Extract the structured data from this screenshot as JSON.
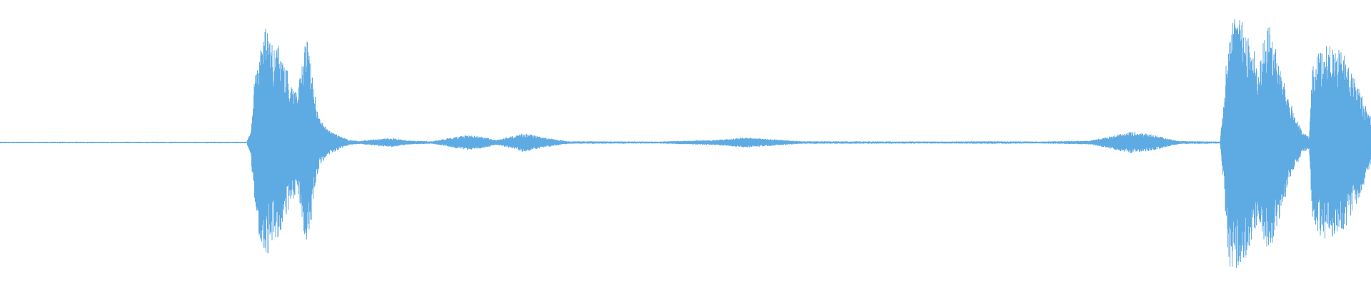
{
  "waveform": {
    "color": "#5eaae3",
    "background": "#ffffff",
    "amplitude_scale": 1.0,
    "baseline_amplitude": 0.006,
    "noise_seed": 7,
    "envelope": [
      [
        0.0,
        0.006
      ],
      [
        0.18,
        0.006
      ],
      [
        0.183,
        0.1
      ],
      [
        0.186,
        0.55
      ],
      [
        0.19,
        0.78
      ],
      [
        0.194,
        0.92
      ],
      [
        0.197,
        0.82
      ],
      [
        0.2,
        0.72
      ],
      [
        0.203,
        0.8
      ],
      [
        0.206,
        0.66
      ],
      [
        0.21,
        0.55
      ],
      [
        0.214,
        0.45
      ],
      [
        0.217,
        0.4
      ],
      [
        0.22,
        0.58
      ],
      [
        0.223,
        0.84
      ],
      [
        0.226,
        0.7
      ],
      [
        0.229,
        0.45
      ],
      [
        0.232,
        0.22
      ],
      [
        0.236,
        0.14
      ],
      [
        0.24,
        0.1
      ],
      [
        0.245,
        0.07
      ],
      [
        0.25,
        0.04
      ],
      [
        0.255,
        0.02
      ],
      [
        0.262,
        0.012
      ],
      [
        0.268,
        0.02
      ],
      [
        0.285,
        0.035
      ],
      [
        0.3,
        0.015
      ],
      [
        0.315,
        0.01
      ],
      [
        0.325,
        0.03
      ],
      [
        0.34,
        0.06
      ],
      [
        0.352,
        0.045
      ],
      [
        0.362,
        0.02
      ],
      [
        0.372,
        0.045
      ],
      [
        0.382,
        0.075
      ],
      [
        0.392,
        0.05
      ],
      [
        0.405,
        0.025
      ],
      [
        0.415,
        0.01
      ],
      [
        0.48,
        0.008
      ],
      [
        0.52,
        0.02
      ],
      [
        0.545,
        0.04
      ],
      [
        0.565,
        0.025
      ],
      [
        0.585,
        0.01
      ],
      [
        0.69,
        0.008
      ],
      [
        0.72,
        0.01
      ],
      [
        0.76,
        0.008
      ],
      [
        0.795,
        0.015
      ],
      [
        0.81,
        0.05
      ],
      [
        0.825,
        0.085
      ],
      [
        0.84,
        0.065
      ],
      [
        0.852,
        0.03
      ],
      [
        0.86,
        0.012
      ],
      [
        0.89,
        0.008
      ],
      [
        0.893,
        0.4
      ],
      [
        0.896,
        0.96
      ],
      [
        0.9,
        1.0
      ],
      [
        0.905,
        0.96
      ],
      [
        0.91,
        0.88
      ],
      [
        0.915,
        0.72
      ],
      [
        0.918,
        0.58
      ],
      [
        0.922,
        0.82
      ],
      [
        0.926,
        0.94
      ],
      [
        0.93,
        0.76
      ],
      [
        0.935,
        0.52
      ],
      [
        0.94,
        0.36
      ],
      [
        0.945,
        0.2
      ],
      [
        0.95,
        0.08
      ],
      [
        0.955,
        0.05
      ],
      [
        0.957,
        0.58
      ],
      [
        0.962,
        0.72
      ],
      [
        0.968,
        0.76
      ],
      [
        0.974,
        0.74
      ],
      [
        0.98,
        0.7
      ],
      [
        0.986,
        0.55
      ],
      [
        0.992,
        0.42
      ],
      [
        0.997,
        0.26
      ],
      [
        1.0,
        0.22
      ]
    ]
  }
}
